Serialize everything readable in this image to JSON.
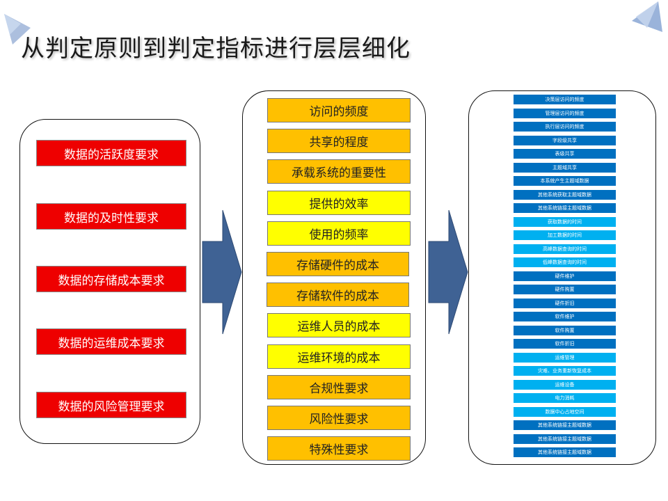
{
  "title": "从判定原则到判定指标进行层层细化",
  "colors": {
    "principle": "#ee0000",
    "orange": "#ffc000",
    "yellow": "#ffff00",
    "dark_blue": "#0070c0",
    "light_blue": "#00b0f0",
    "arrow": "#3f6294"
  },
  "principles": [
    "数据的活跃度要求",
    "数据的及时性要求",
    "数据的存储成本要求",
    "数据的运维成本要求",
    "数据的风险管理要求"
  ],
  "criteria": [
    {
      "label": "访问的频度",
      "color": "orange"
    },
    {
      "label": "共享的程度",
      "color": "orange"
    },
    {
      "label": "承载系统的重要性",
      "color": "orange"
    },
    {
      "label": "提供的效率",
      "color": "yellow"
    },
    {
      "label": "使用的频率",
      "color": "yellow"
    },
    {
      "label": "存储硬件的成本",
      "color": "orange"
    },
    {
      "label": "存储软件的成本",
      "color": "orange"
    },
    {
      "label": "运维人员的成本",
      "color": "yellow"
    },
    {
      "label": "运维环境的成本",
      "color": "yellow"
    },
    {
      "label": "合规性要求",
      "color": "orange"
    },
    {
      "label": "风险性要求",
      "color": "orange"
    },
    {
      "label": "特殊性要求",
      "color": "orange"
    }
  ],
  "indicators": [
    {
      "label": "决策层访问的频度",
      "color": "dark"
    },
    {
      "label": "管理层访问的频度",
      "color": "dark"
    },
    {
      "label": "执行层访问的频度",
      "color": "dark"
    },
    {
      "label": "字段级共享",
      "color": "dark"
    },
    {
      "label": "表级共享",
      "color": "dark"
    },
    {
      "label": "主题域共享",
      "color": "dark"
    },
    {
      "label": "本系统产生主题域数据",
      "color": "dark"
    },
    {
      "label": "其他系统获取主题域数据",
      "color": "dark"
    },
    {
      "label": "其他系统链接主题域数据",
      "color": "dark"
    },
    {
      "label": "获取数据的时间",
      "color": "light"
    },
    {
      "label": "加工数据的时间",
      "color": "light"
    },
    {
      "label": "高峰数据查询的时间",
      "color": "light"
    },
    {
      "label": "低峰数据查询的时间",
      "color": "light"
    },
    {
      "label": "硬件维护",
      "color": "dark"
    },
    {
      "label": "硬件购置",
      "color": "dark"
    },
    {
      "label": "硬件折旧",
      "color": "dark"
    },
    {
      "label": "软件维护",
      "color": "dark"
    },
    {
      "label": "软件购置",
      "color": "dark"
    },
    {
      "label": "软件折旧",
      "color": "dark"
    },
    {
      "label": "运维管理",
      "color": "light"
    },
    {
      "label": "灾难、业务重新恢复成本",
      "color": "light"
    },
    {
      "label": "运维设备",
      "color": "light"
    },
    {
      "label": "电力消耗",
      "color": "light"
    },
    {
      "label": "数据中心占地空间",
      "color": "light"
    },
    {
      "label": "其他系统链接主题域数据",
      "color": "dark"
    },
    {
      "label": "其他系统链接主题域数据",
      "color": "dark"
    },
    {
      "label": "其他系统链接主题域数据",
      "color": "dark"
    }
  ]
}
